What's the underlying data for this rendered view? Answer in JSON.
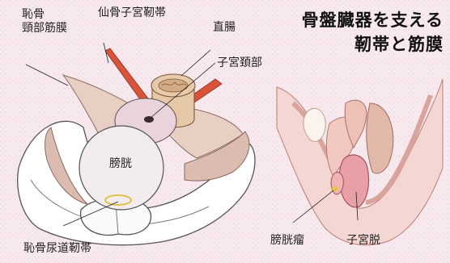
{
  "title": {
    "line1": "骨盤臓器を支える",
    "line2": "靭帯と筋膜"
  },
  "labels": {
    "pubocervical_fascia_line1": "恥骨",
    "pubocervical_fascia_line2": "頸部筋膜",
    "uterosacral_ligament": "仙骨子宮靭帯",
    "rectum": "直腸",
    "cervix": "子宮頚部",
    "bladder": "膀胱",
    "pubourethral_ligament": "恥骨尿道靭帯",
    "cystocele": "膀胱瘤",
    "uterine_prolapse": "子宮脱"
  },
  "colors": {
    "background": "#f7e9ee",
    "fascia": "#e8cfc4",
    "ligament": "#d9533b",
    "bladder": "#f3ecec",
    "cervix": "#e9d3dc",
    "pelvis": "#ffffff",
    "rectum": "#e6c7a6"
  }
}
